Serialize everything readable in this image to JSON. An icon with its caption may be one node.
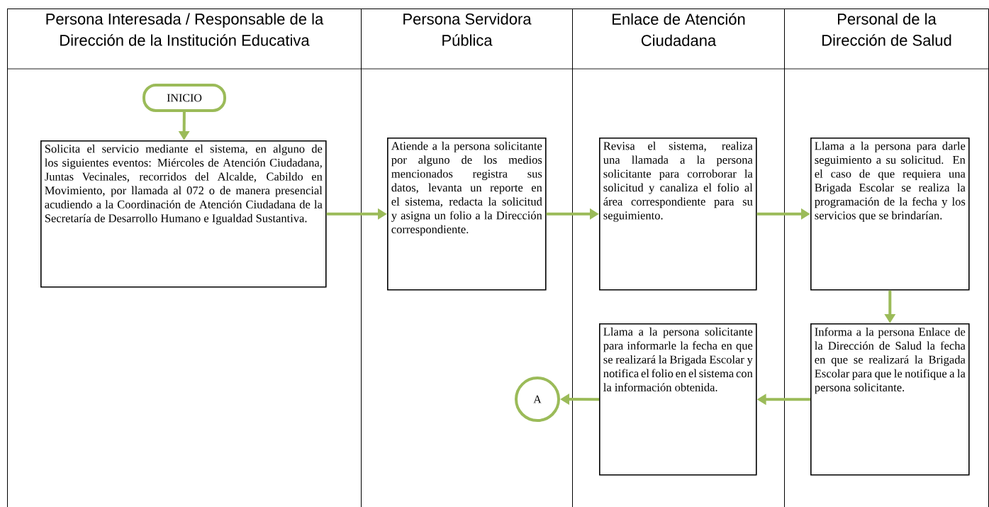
{
  "diagram": {
    "nodes": [
      {
        "text": [
          "Persona Interesada / Responsable de la Dirección de la Institución Educativa"
        ]
      },
      {
        "text": [
          "Persona Servidora Pública"
        ]
      },
      {
        "text": [
          "Enlace de Atención Ciudadana"
        ]
      },
      {
        "text": [
          "Personal de la Dirección de Salud"
        ]
      },
      {
        "text": [
          "INICIO"
        ],
        "in": 0
      },
      {
        "text": [
          "Solicita el servicio mediante el sistema, en alguno de los siguientes eventos: Miércoles de Atención Ciudadana, Juntas Vecinales, recorridos del Alcalde, Cabildo en Movimiento, por llamada al 072 o de manera presencial acudiendo a la Coordinación de Atención Ciudadana de la Secretaría de Desarrollo Humano e Igualdad Sustantiva."
        ],
        "in": 0
      },
      {
        "text": [
          "Atiende a la persona solicitante por alguno de los medios mencionados registra sus datos, levanta un reporte en el sistema, redacta la solicitud y asigna un folio a la Dirección correspondiente."
        ],
        "in": 1
      },
      {
        "text": [
          "Revisa el sistema, realiza una llamada a la persona solicitante para corroborar la solicitud y canaliza el folio al área correspondiente para su seguimiento."
        ],
        "in": 2
      },
      {
        "text": [
          "Llama a la persona para darle seguimiento a su solicitud. En el caso de que requiera una Brigada Escolar se realiza la programación de la fecha y los servicios que se brindarían."
        ],
        "in": 3
      },
      {
        "text": [
          "Informa a la persona Enlace de la Dirección de Salud la fecha en que se realizará la Brigada Escolar para que le notifique a la persona solicitante."
        ],
        "in": 3
      },
      {
        "text": [
          "Llama a la persona solicitante para informarle la fecha en que se realizará la Brigada Escolar y notifica el folio en el sistema con la información obtenida."
        ],
        "in": 2
      },
      {
        "text": [
          "A"
        ],
        "in": 1
      }
    ],
    "edges": [
      {
        "from": 4,
        "to": 5,
        "arrow": "to"
      },
      {
        "from": 5,
        "to": 6,
        "arrow": "to"
      },
      {
        "from": 6,
        "to": 7,
        "arrow": "to"
      },
      {
        "from": 7,
        "to": 8,
        "arrow": "to"
      },
      {
        "from": 8,
        "to": 9,
        "arrow": "to"
      },
      {
        "from": 9,
        "to": 10,
        "arrow": "to"
      },
      {
        "from": 10,
        "to": 11,
        "arrow": "to"
      }
    ]
  }
}
